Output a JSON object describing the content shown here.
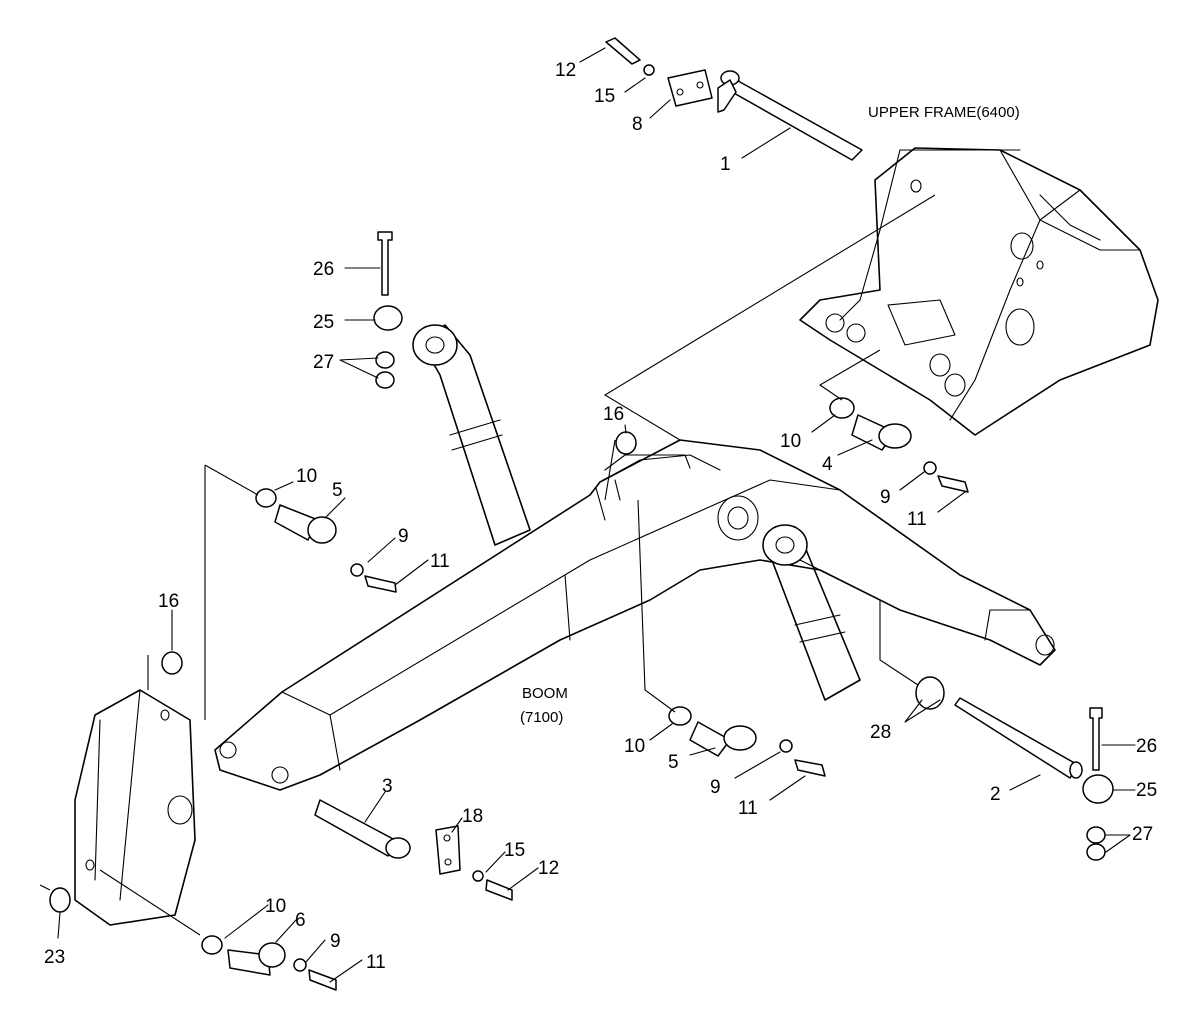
{
  "labels": {
    "upper_frame": "UPPER FRAME(6400)",
    "boom_line1": "BOOM",
    "boom_line2": "(7100)"
  },
  "callouts": [
    {
      "id": "c12a",
      "text": "12"
    },
    {
      "id": "c15a",
      "text": "15"
    },
    {
      "id": "c8",
      "text": "8"
    },
    {
      "id": "c1",
      "text": "1"
    },
    {
      "id": "c26a",
      "text": "26"
    },
    {
      "id": "c25a",
      "text": "25"
    },
    {
      "id": "c27a",
      "text": "27"
    },
    {
      "id": "c16a",
      "text": "16"
    },
    {
      "id": "c10a",
      "text": "10"
    },
    {
      "id": "c4",
      "text": "4"
    },
    {
      "id": "c9a",
      "text": "9"
    },
    {
      "id": "c11a",
      "text": "11"
    },
    {
      "id": "c10b",
      "text": "10"
    },
    {
      "id": "c5a",
      "text": "5"
    },
    {
      "id": "c9b",
      "text": "9"
    },
    {
      "id": "c11b",
      "text": "11"
    },
    {
      "id": "c16b",
      "text": "16"
    },
    {
      "id": "c10c",
      "text": "10"
    },
    {
      "id": "c5b",
      "text": "5"
    },
    {
      "id": "c9c",
      "text": "9"
    },
    {
      "id": "c11c",
      "text": "11"
    },
    {
      "id": "c28",
      "text": "28"
    },
    {
      "id": "c26b",
      "text": "26"
    },
    {
      "id": "c25b",
      "text": "25"
    },
    {
      "id": "c2",
      "text": "2"
    },
    {
      "id": "c27b",
      "text": "27"
    },
    {
      "id": "c3",
      "text": "3"
    },
    {
      "id": "c18",
      "text": "18"
    },
    {
      "id": "c15b",
      "text": "15"
    },
    {
      "id": "c12b",
      "text": "12"
    },
    {
      "id": "c10d",
      "text": "10"
    },
    {
      "id": "c6",
      "text": "6"
    },
    {
      "id": "c9d",
      "text": "9"
    },
    {
      "id": "c11d",
      "text": "11"
    },
    {
      "id": "c23",
      "text": "23"
    }
  ]
}
